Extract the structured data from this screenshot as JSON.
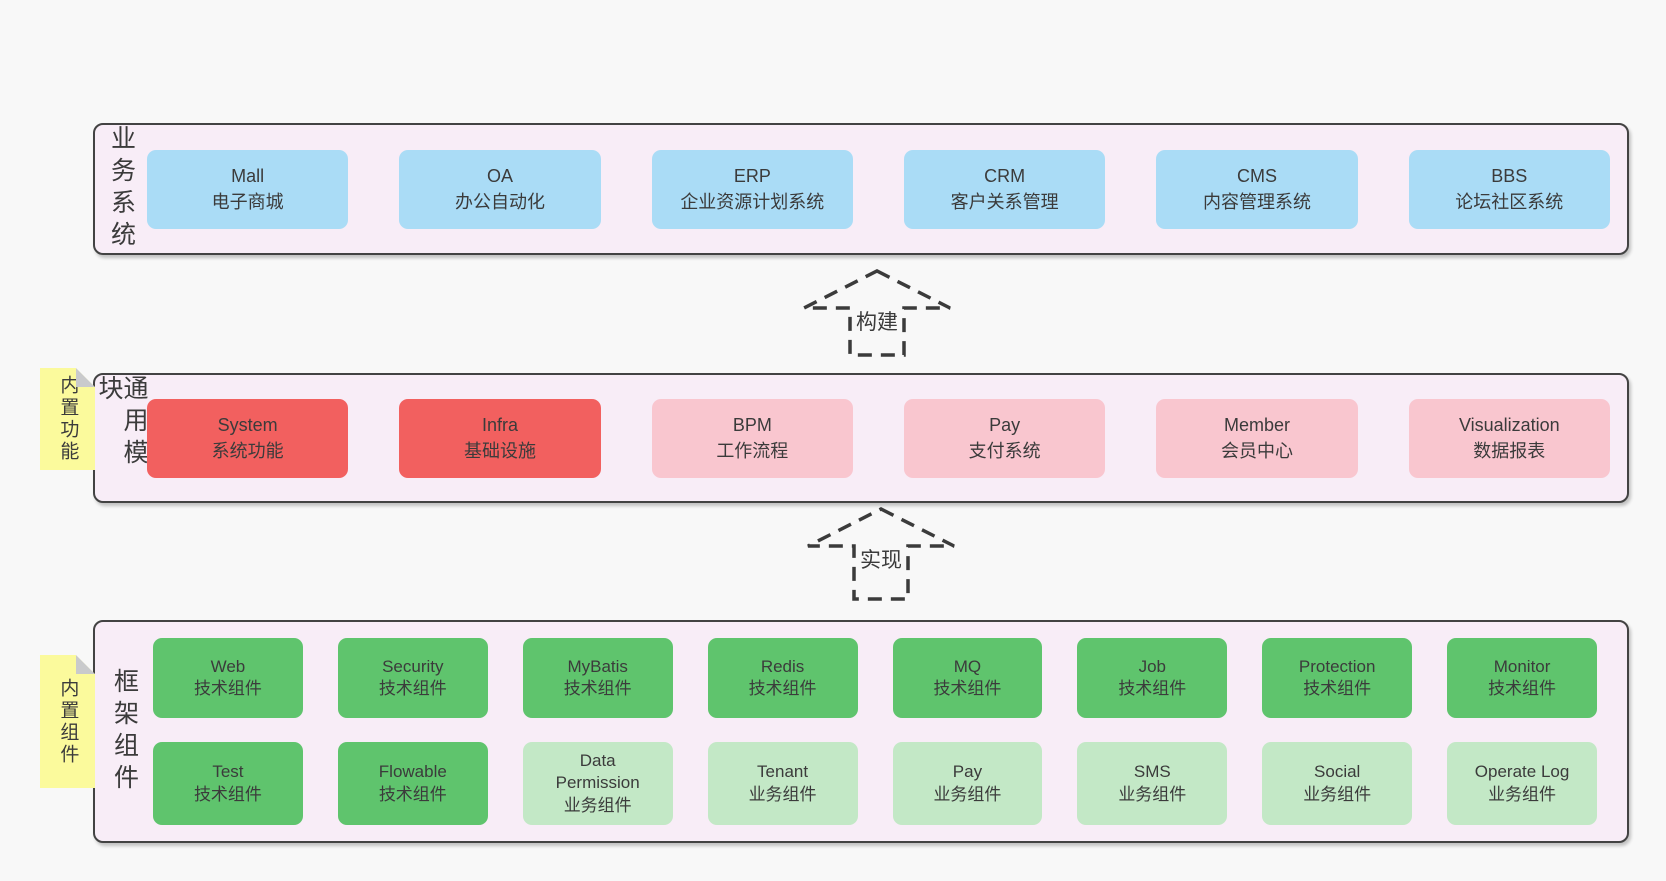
{
  "page": {
    "background": "#f8f8f8"
  },
  "colors": {
    "page_bg": "#f8f8f8",
    "band_bg": "#f8edf7",
    "band_border": "#434343",
    "text": "#3b3b3b",
    "blue": "#aadcf6",
    "red": "#f2605f",
    "pink": "#f9c6cf",
    "green": "#5fc46d",
    "light_green": "#c3e8c6",
    "sticky_yellow": "#fbfa9c",
    "sticky_fold": "#c9cacc"
  },
  "arrows": [
    {
      "label": "构建"
    },
    {
      "label": "实现"
    }
  ],
  "bands": {
    "business": {
      "label": "业务系统",
      "boxes": [
        {
          "title": "Mall",
          "subtitle": "电子商城",
          "variant": "blue"
        },
        {
          "title": "OA",
          "subtitle": "办公自动化",
          "variant": "blue"
        },
        {
          "title": "ERP",
          "subtitle": "企业资源计划系统",
          "variant": "blue"
        },
        {
          "title": "CRM",
          "subtitle": "客户关系管理",
          "variant": "blue"
        },
        {
          "title": "CMS",
          "subtitle": "内容管理系统",
          "variant": "blue"
        },
        {
          "title": "BBS",
          "subtitle": "论坛社区系统",
          "variant": "blue"
        }
      ]
    },
    "modules": {
      "label": "通用模块",
      "sticky": "内置功能",
      "boxes": [
        {
          "title": "System",
          "subtitle": "系统功能",
          "variant": "red"
        },
        {
          "title": "Infra",
          "subtitle": "基础设施",
          "variant": "red"
        },
        {
          "title": "BPM",
          "subtitle": "工作流程",
          "variant": "pink"
        },
        {
          "title": "Pay",
          "subtitle": "支付系统",
          "variant": "pink"
        },
        {
          "title": "Member",
          "subtitle": "会员中心",
          "variant": "pink"
        },
        {
          "title": "Visualization",
          "subtitle": "数据报表",
          "variant": "pink"
        }
      ]
    },
    "components": {
      "label": "框架组件",
      "sticky": "内置组件",
      "row1": [
        {
          "title": "Web",
          "subtitle": "技术组件",
          "variant": "green"
        },
        {
          "title": "Security",
          "subtitle": "技术组件",
          "variant": "green"
        },
        {
          "title": "MyBatis",
          "subtitle": "技术组件",
          "variant": "green"
        },
        {
          "title": "Redis",
          "subtitle": "技术组件",
          "variant": "green"
        },
        {
          "title": "MQ",
          "subtitle": "技术组件",
          "variant": "green"
        },
        {
          "title": "Job",
          "subtitle": "技术组件",
          "variant": "green"
        },
        {
          "title": "Protection",
          "subtitle": "技术组件",
          "variant": "green"
        },
        {
          "title": "Monitor",
          "subtitle": "技术组件",
          "variant": "green"
        }
      ],
      "row2": [
        {
          "title": "Test",
          "subtitle": "技术组件",
          "variant": "green"
        },
        {
          "title": "Flowable",
          "subtitle": "技术组件",
          "variant": "green"
        },
        {
          "title": "Data Permission",
          "subtitle": "业务组件",
          "variant": "light_green"
        },
        {
          "title": "Tenant",
          "subtitle": "业务组件",
          "variant": "light_green"
        },
        {
          "title": "Pay",
          "subtitle": "业务组件",
          "variant": "light_green"
        },
        {
          "title": "SMS",
          "subtitle": "业务组件",
          "variant": "light_green"
        },
        {
          "title": "Social",
          "subtitle": "业务组件",
          "variant": "light_green"
        },
        {
          "title": "Operate Log",
          "subtitle": "业务组件",
          "variant": "light_green"
        }
      ]
    }
  }
}
